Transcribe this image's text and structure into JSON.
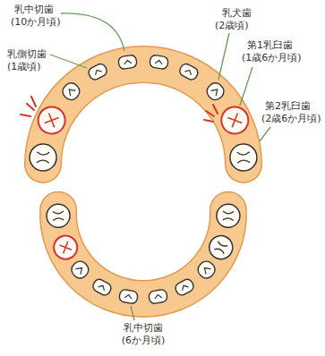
{
  "diagram": {
    "labels": [
      "乳中切歯",
      "(10か月頃)",
      "乳側切歯",
      "(1歳頃)",
      "乳犬歯",
      "(2歳頃)",
      "第1乳臼歯",
      "(1歳6か月頃)",
      "第2乳臼歯",
      "(2歳6か月頃)",
      "乳中切歯",
      "(6か月頃)"
    ]
  }
}
